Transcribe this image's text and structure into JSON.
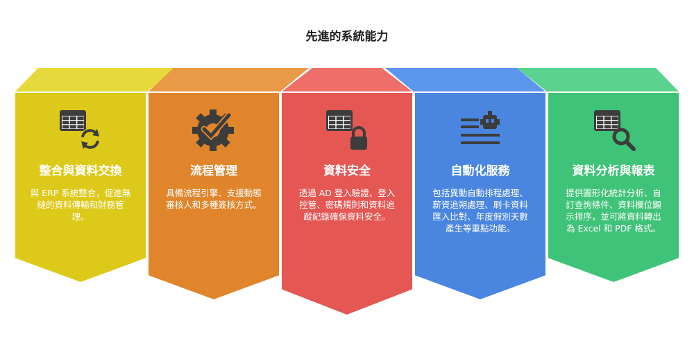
{
  "title": "先進的系統能力",
  "cards": [
    {
      "title": "整合與資料交換",
      "desc": "與 ERP 系統整合，促進無縫的資料傳輸和財務管理。",
      "icon": "table-sync-icon",
      "color": "#DDC919",
      "shade": "#E7D83C"
    },
    {
      "title": "流程管理",
      "desc": "具備流程引擎、支援動態審核人和多種簽核方式。",
      "icon": "gear-check-icon",
      "color": "#E0852C",
      "shade": "#E99A47"
    },
    {
      "title": "資料安全",
      "desc": "透過 AD 登入驗證、登入控管、密碼規則和資料追蹤紀錄確保資料安全。",
      "icon": "table-lock-icon",
      "color": "#E45753",
      "shade": "#EE6E69"
    },
    {
      "title": "自動化服務",
      "desc": "包括異動自動排程處理、薪資追朔處理、刷卡資料匯入比對、年度假別天數產生等重點功能。",
      "icon": "robot-list-icon",
      "color": "#4A86E0",
      "shade": "#5B97EC"
    },
    {
      "title": "資料分析與報表",
      "desc": "提供圖形化統計分析、自訂查詢條件、資料欄位顯示排序，並可將資料轉出為 Excel 和 PDF 格式。",
      "icon": "table-search-icon",
      "color": "#3FC378",
      "shade": "#5BD28D"
    }
  ]
}
